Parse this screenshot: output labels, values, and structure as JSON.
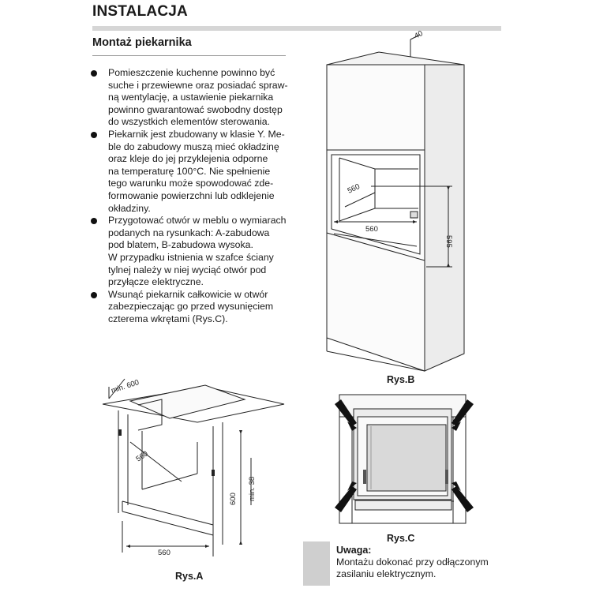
{
  "header": {
    "title": "INSTALACJA"
  },
  "section": {
    "title": "Montaż piekarnika"
  },
  "bullets": [
    {
      "lines": [
        "Pomieszczenie kuchenne powinno być",
        "suche i przewiewne oraz posiadać spraw-",
        "ną wentylację, a ustawienie piekarnika",
        "powinno gwarantować swobodny dostęp",
        "do wszystkich elementów sterowania."
      ]
    },
    {
      "lines": [
        "Piekarnik jest zbudowany w klasie Y. Me-",
        "ble do zabudowy muszą mieć okładzinę",
        "oraz kleje do jej przyklejenia odporne",
        "na temperaturę 100°C. Nie spełnienie",
        "tego warunku może spowodować zde-",
        "formowanie powierzchni lub odklejenie",
        "okładziny."
      ]
    },
    {
      "lines": [
        "Przygotować otwór w meblu o wymiarach",
        "podanych na rysunkach: A-zabudowa",
        "pod blatem, B-zabudowa wysoka.",
        "W przypadku istnienia w szafce ściany",
        "tylnej należy w niej wyciąć otwór  pod",
        "przyłącze elektryczne."
      ]
    },
    {
      "lines": [
        "Wsunąć piekarnik całkowicie w otwór",
        "zabezpieczając go przed wysunięciem",
        "czterema wkrętami (Rys.C)."
      ]
    }
  ],
  "figure_b": {
    "label": "Rys.B",
    "dim_top": "40",
    "dim_depth": "560",
    "dim_width": "560",
    "dim_height": "595"
  },
  "figure_a": {
    "label": "Rys.A",
    "dim_min_depth": "min. 600",
    "dim_depth": "560",
    "dim_height": "600",
    "dim_min_height": "min. 38",
    "dim_width": "560"
  },
  "figure_c": {
    "label": "Rys.C"
  },
  "note": {
    "title": "Uwaga:",
    "lines": [
      "Montażu dokonać przy odłączonym",
      "zasilaniu elektrycznym."
    ]
  }
}
